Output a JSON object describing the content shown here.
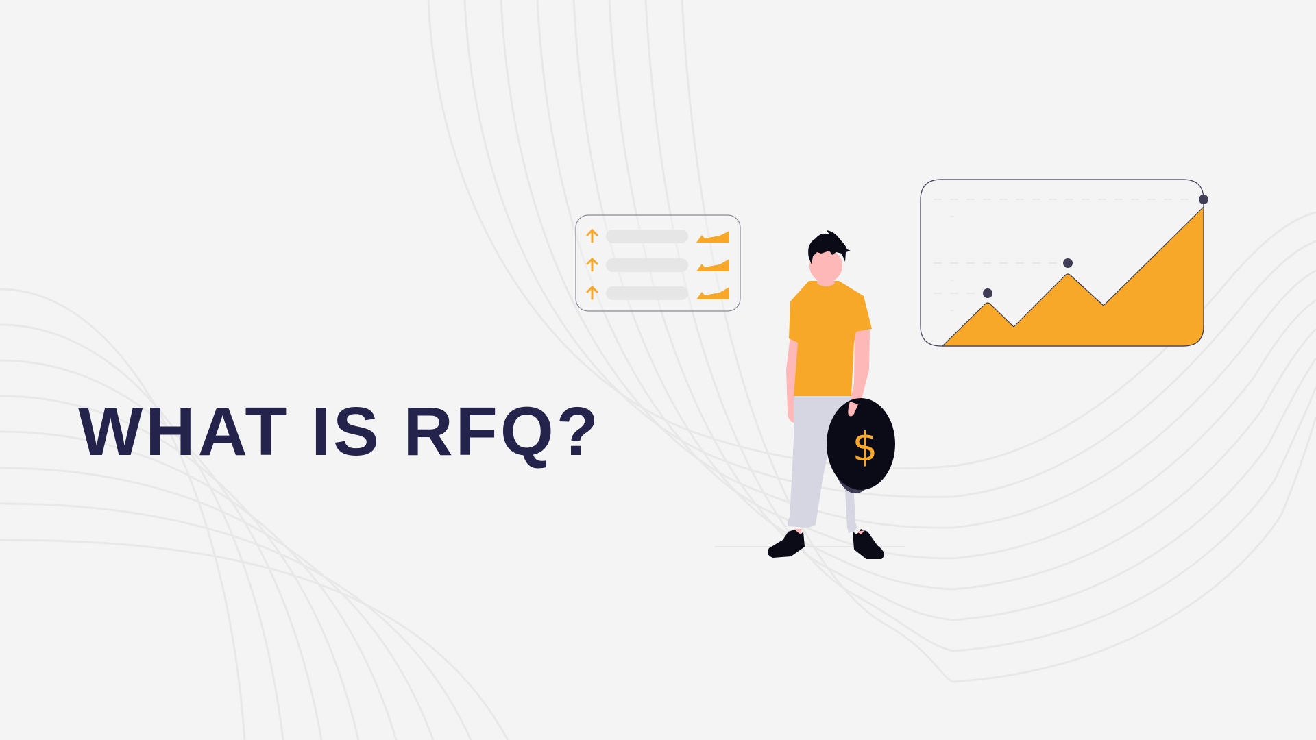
{
  "title": "WHAT IS RFQ?",
  "colors": {
    "background": "#f4f4f4",
    "title": "#23234b",
    "accent_orange": "#f8a828",
    "dark": "#0b0a17",
    "outline": "#3f3d56",
    "skin": "#ffb8b8",
    "pants": "#d6d6e2",
    "placeholder_bar": "#e6e6e6",
    "bg_line": "#e8e8e8"
  },
  "list_card": {
    "rows": [
      {
        "icon": "arrow-up-icon",
        "trend": "sparkline-up"
      },
      {
        "icon": "arrow-up-icon",
        "trend": "sparkline-up"
      },
      {
        "icon": "arrow-up-icon",
        "trend": "sparkline-up"
      }
    ]
  },
  "coin": {
    "symbol": "$"
  },
  "chart_card": {
    "type": "area",
    "points": [
      {
        "x": 0,
        "y": 0
      },
      {
        "x": 1,
        "y": 2
      },
      {
        "x": 1.6,
        "y": 1
      },
      {
        "x": 2.8,
        "y": 3
      },
      {
        "x": 3.6,
        "y": 2
      },
      {
        "x": 5.9,
        "y": 6
      }
    ],
    "markers": 3
  }
}
